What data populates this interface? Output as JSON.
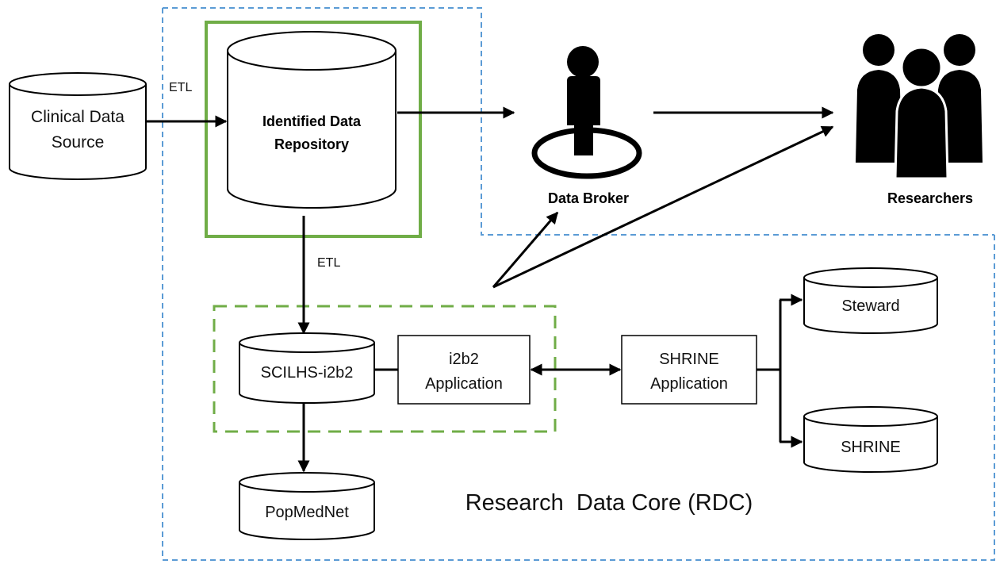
{
  "nodes": {
    "clinical_source": {
      "line1": "Clinical Data",
      "line2": "Source"
    },
    "identified_repo": {
      "line1": "Identified Data",
      "line2": "Repository"
    },
    "data_broker": {
      "label": "Data Broker"
    },
    "researchers": {
      "label": "Researchers"
    },
    "scilhs": {
      "label": "SCILHS-i2b2"
    },
    "i2b2_app": {
      "line1": "i2b2",
      "line2": "Application"
    },
    "shrine_app": {
      "line1": "SHRINE",
      "line2": "Application"
    },
    "steward": {
      "label": "Steward"
    },
    "shrine_db": {
      "label": "SHRINE"
    },
    "popmednet": {
      "label": "PopMedNet"
    }
  },
  "edges": {
    "etl_source_to_repo": "ETL",
    "etl_repo_to_scilhs": "ETL"
  },
  "regions": {
    "rdc": "Research  Data Core (RDC)"
  },
  "colors": {
    "rdc_border": "#5b9bd5",
    "identified_box": "#70ad47",
    "dashed_green_box": "#70ad47",
    "arrow": "#000000"
  }
}
